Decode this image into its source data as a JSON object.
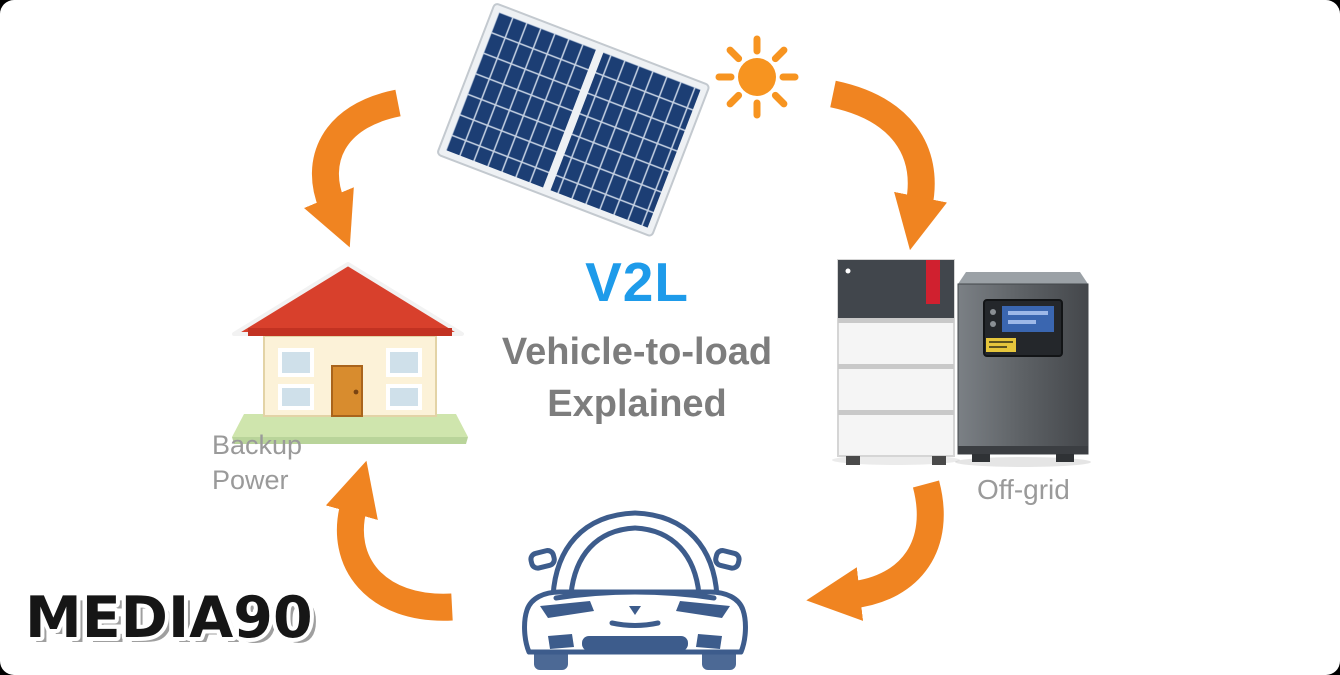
{
  "diagram": {
    "heading": "V2L",
    "subtitle_line1": "Vehicle-to-load",
    "subtitle_line2": "Explained"
  },
  "labels": {
    "backup_power": "Backup Power",
    "off_grid": "Off-grid"
  },
  "watermark": {
    "text": "MEDIA90"
  },
  "icons": {
    "solar_panel": "solar-panel-icon",
    "sun": "sun-icon",
    "house": "house-icon",
    "home_battery": "battery-icon",
    "inverter": "inverter-icon",
    "car": "car-icon",
    "arrows": [
      "arrow-solar-to-storage",
      "arrow-storage-to-car",
      "arrow-car-to-house",
      "arrow-solar-to-house"
    ]
  },
  "colors": {
    "arrow_orange": "#F08421",
    "heading_blue": "#1E9BEA",
    "subtitle_gray": "#7D7D7D",
    "label_gray": "#9A9A9A",
    "car_blue": "#3D5C8C",
    "roof_red": "#D8402C",
    "panel_blue": "#1C3E74"
  }
}
